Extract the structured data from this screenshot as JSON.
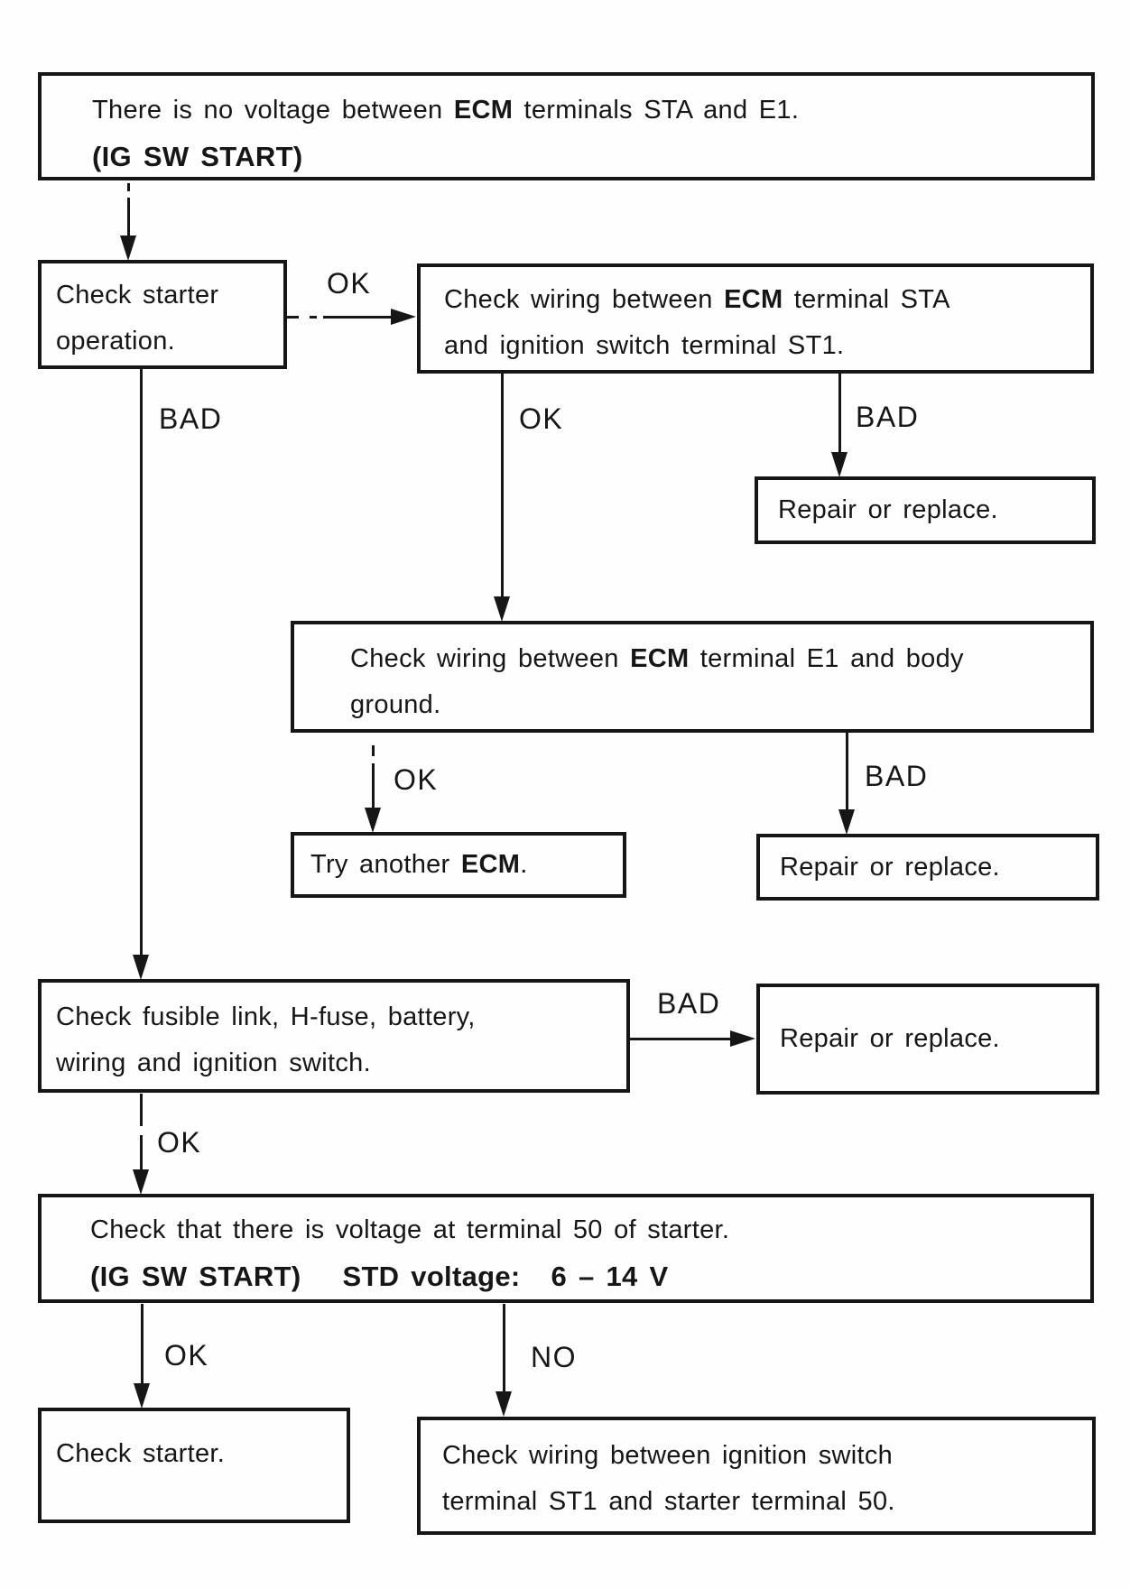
{
  "diagram": {
    "kind": "troubleshooting-flowchart",
    "subject": "No voltage between ECM terminals STA and E1 (IG SW START)",
    "ink_color": "#161616",
    "paper_color": "#fefefe"
  },
  "nodes": [
    {
      "id": "symptom-no-voltage",
      "lines": [
        [
          {
            "t": "There is no voltage between "
          },
          {
            "t": "ECM",
            "bold": true
          },
          {
            "t": " terminals STA and E1."
          }
        ],
        [
          {
            "t": "(IG SW START)",
            "bold": true
          }
        ]
      ]
    },
    {
      "id": "check-starter-operation",
      "lines": [
        [
          {
            "t": "Check starter"
          }
        ],
        [
          {
            "t": "operation."
          }
        ]
      ]
    },
    {
      "id": "check-wiring-sta-st1",
      "lines": [
        [
          {
            "t": "Check wiring between "
          },
          {
            "t": "ECM",
            "bold": true
          },
          {
            "t": " terminal STA"
          }
        ],
        [
          {
            "t": "and ignition switch terminal ST1."
          }
        ]
      ]
    },
    {
      "id": "repair-or-replace-1",
      "lines": [
        [
          {
            "t": "Repair or replace."
          }
        ]
      ]
    },
    {
      "id": "check-wiring-e1-ground",
      "lines": [
        [
          {
            "t": "Check wiring between "
          },
          {
            "t": "ECM",
            "bold": true
          },
          {
            "t": " terminal E1 and body"
          }
        ],
        [
          {
            "t": "ground."
          }
        ]
      ]
    },
    {
      "id": "try-another-ecm",
      "lines": [
        [
          {
            "t": "Try another "
          },
          {
            "t": "ECM",
            "bold": true
          },
          {
            "t": "."
          }
        ]
      ]
    },
    {
      "id": "repair-or-replace-2",
      "lines": [
        [
          {
            "t": "Repair or replace."
          }
        ]
      ]
    },
    {
      "id": "check-fusible-link",
      "lines": [
        [
          {
            "t": "Check fusible link, H-fuse, battery,"
          }
        ],
        [
          {
            "t": "wiring and ignition switch."
          }
        ]
      ]
    },
    {
      "id": "repair-or-replace-3",
      "lines": [
        [
          {
            "t": "Repair or replace."
          }
        ]
      ]
    },
    {
      "id": "check-voltage-terminal-50",
      "lines": [
        [
          {
            "t": "Check that there is voltage at terminal 50 of starter."
          }
        ],
        [
          {
            "t": "(IG SW START)",
            "bold": true
          },
          {
            "t": "STD voltage:",
            "bold": true
          },
          {
            "t": "6 – 14 V",
            "bold": true
          }
        ]
      ]
    },
    {
      "id": "check-starter",
      "lines": [
        [
          {
            "t": "Check starter."
          }
        ]
      ]
    },
    {
      "id": "check-wiring-st1-50",
      "lines": [
        [
          {
            "t": "Check wiring between ignition switch"
          }
        ],
        [
          {
            "t": "terminal ST1 and starter terminal 50."
          }
        ]
      ]
    }
  ],
  "edge_labels": [
    {
      "id": "ok-starter-op-to-wiring-sta",
      "text": "OK"
    },
    {
      "id": "bad-starter-op-to-fusible",
      "text": "BAD"
    },
    {
      "id": "ok-wiring-sta-to-e1-ground",
      "text": "OK"
    },
    {
      "id": "bad-wiring-sta-to-repair",
      "text": "BAD"
    },
    {
      "id": "ok-e1-ground-to-try-ecm",
      "text": "OK"
    },
    {
      "id": "bad-e1-ground-to-repair",
      "text": "BAD"
    },
    {
      "id": "bad-fusible-to-repair",
      "text": "BAD"
    },
    {
      "id": "ok-fusible-to-voltage50",
      "text": "OK"
    },
    {
      "id": "ok-voltage50-to-check-starter",
      "text": "OK"
    },
    {
      "id": "no-voltage50-to-wiring-st1",
      "text": "NO"
    }
  ]
}
